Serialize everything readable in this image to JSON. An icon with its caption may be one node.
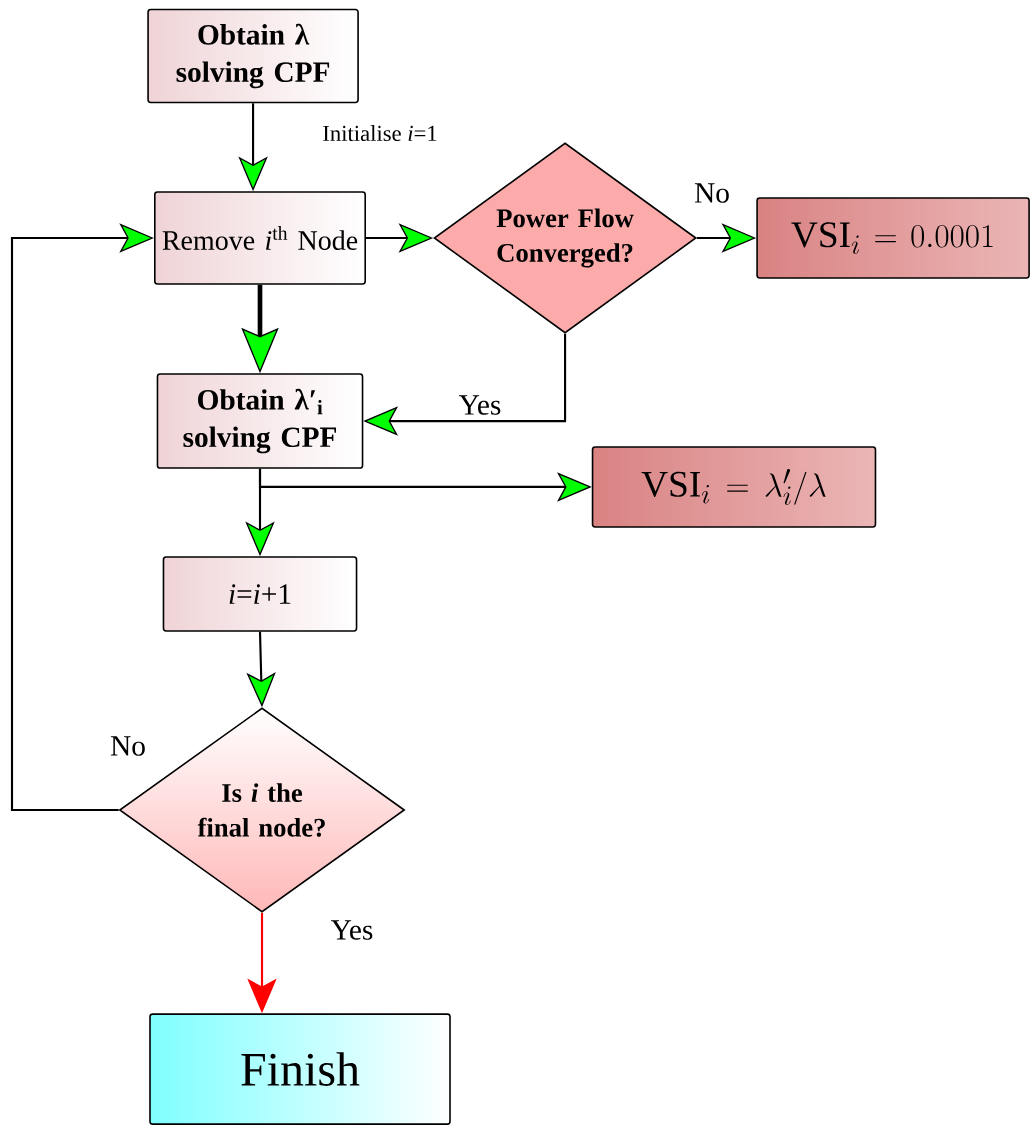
{
  "diagram": {
    "nodes": [
      {
        "text": [
          "Obtain λ solving CPF"
        ]
      },
      {
        "text": [
          "Remove *i*$^{th}$ Node"
        ]
      },
      {
        "text": [
          "Power Flow Converged?"
        ]
      },
      {
        "text": [
          "\\mathrm{VSI}_i = 0.0001"
        ]
      },
      {
        "text": [
          "Obtain λ′$_{i}$ solving CPF"
        ]
      },
      {
        "text": [
          "\\mathrm{VSI}_i = \\lambda'_i/\\lambda"
        ]
      },
      {
        "text": [
          "*i*=*i*+1"
        ]
      },
      {
        "text": [
          "Is *i* the final node?"
        ]
      },
      {
        "text": [
          "Finish"
        ]
      }
    ],
    "edges": [
      {
        "from": 0,
        "to": 1,
        "arrow": "to",
        "label": "Initialise *i*=1"
      },
      {
        "from": 1,
        "to": 2,
        "arrow": "to"
      },
      {
        "from": 2,
        "to": 3,
        "arrow": "to",
        "label": "No"
      },
      {
        "from": 1,
        "to": 4,
        "arrow": "to",
        "style": "thick"
      },
      {
        "from": 2,
        "to": 4,
        "arrow": "to",
        "label": "Yes"
      },
      {
        "from": 4,
        "to": 5,
        "arrow": "to"
      },
      {
        "from": 4,
        "to": 6,
        "arrow": "to"
      },
      {
        "from": 6,
        "to": 7,
        "arrow": "to"
      },
      {
        "from": 7,
        "to": 1,
        "arrow": "to",
        "label": "No"
      },
      {
        "from": 7,
        "to": 8,
        "arrow": "to",
        "label": "Yes",
        "color": "#ff0000"
      }
    ]
  }
}
